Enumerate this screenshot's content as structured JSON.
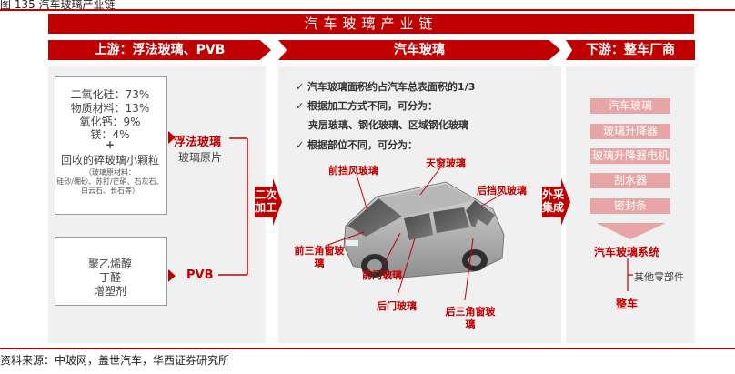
{
  "caption": "图 135 汽车玻璃产业链",
  "title": "汽车玻璃产业链",
  "columns": {
    "upstream": "上游：浮法玻璃、PVB",
    "midstream": "汽车玻璃",
    "downstream": "下游：整车厂商"
  },
  "upstream": {
    "raw_materials": [
      "二氧化硅：73%",
      "物质材料：13%",
      "氧化钙：9%",
      "镁：4%",
      "+",
      "回收的碎玻璃小颗粒"
    ],
    "recycle_note": [
      "（玻璃原材料：",
      "硅砂/硼砂、苏打/芒硝、石灰石、",
      "白云石、长石等）"
    ],
    "float_glass": "浮法玻璃",
    "float_glass_sub": "玻璃原片",
    "pvb_materials": [
      "聚乙烯醇",
      "丁醛",
      "增塑剂"
    ],
    "pvb": "PVB"
  },
  "connectors": {
    "secondary": "二次加工",
    "outsource": "外采集成"
  },
  "midstream": {
    "bullets": [
      "✓ 汽车玻璃面积约占汽车总表面积的1/3",
      "✓ 根据加工方式不同，可分为：",
      "夹层玻璃、钢化玻璃、区域钢化玻璃",
      "✓ 根据部位不同，可分为："
    ],
    "labels": {
      "front_windshield": "前挡风玻璃",
      "sunroof": "天窗玻璃",
      "rear_windshield": "后挡风玻璃",
      "front_quarter": "前三角窗玻璃",
      "front_door": "前门玻璃",
      "rear_door": "后门玻璃",
      "rear_quarter": "后三角窗玻璃"
    }
  },
  "downstream": {
    "items": [
      "汽车玻璃",
      "玻璃升降器",
      "玻璃升降器电机",
      "刮水器",
      "密封条"
    ],
    "system": "汽车玻璃系统",
    "other": "其他零部件",
    "vehicle": "整车"
  },
  "source": "资料来源：中玻网，盖世汽车，华西证券研究所",
  "colors": {
    "accent": "#c00000",
    "pink": "#e8a5a5",
    "panel": "#f0f0f0"
  }
}
